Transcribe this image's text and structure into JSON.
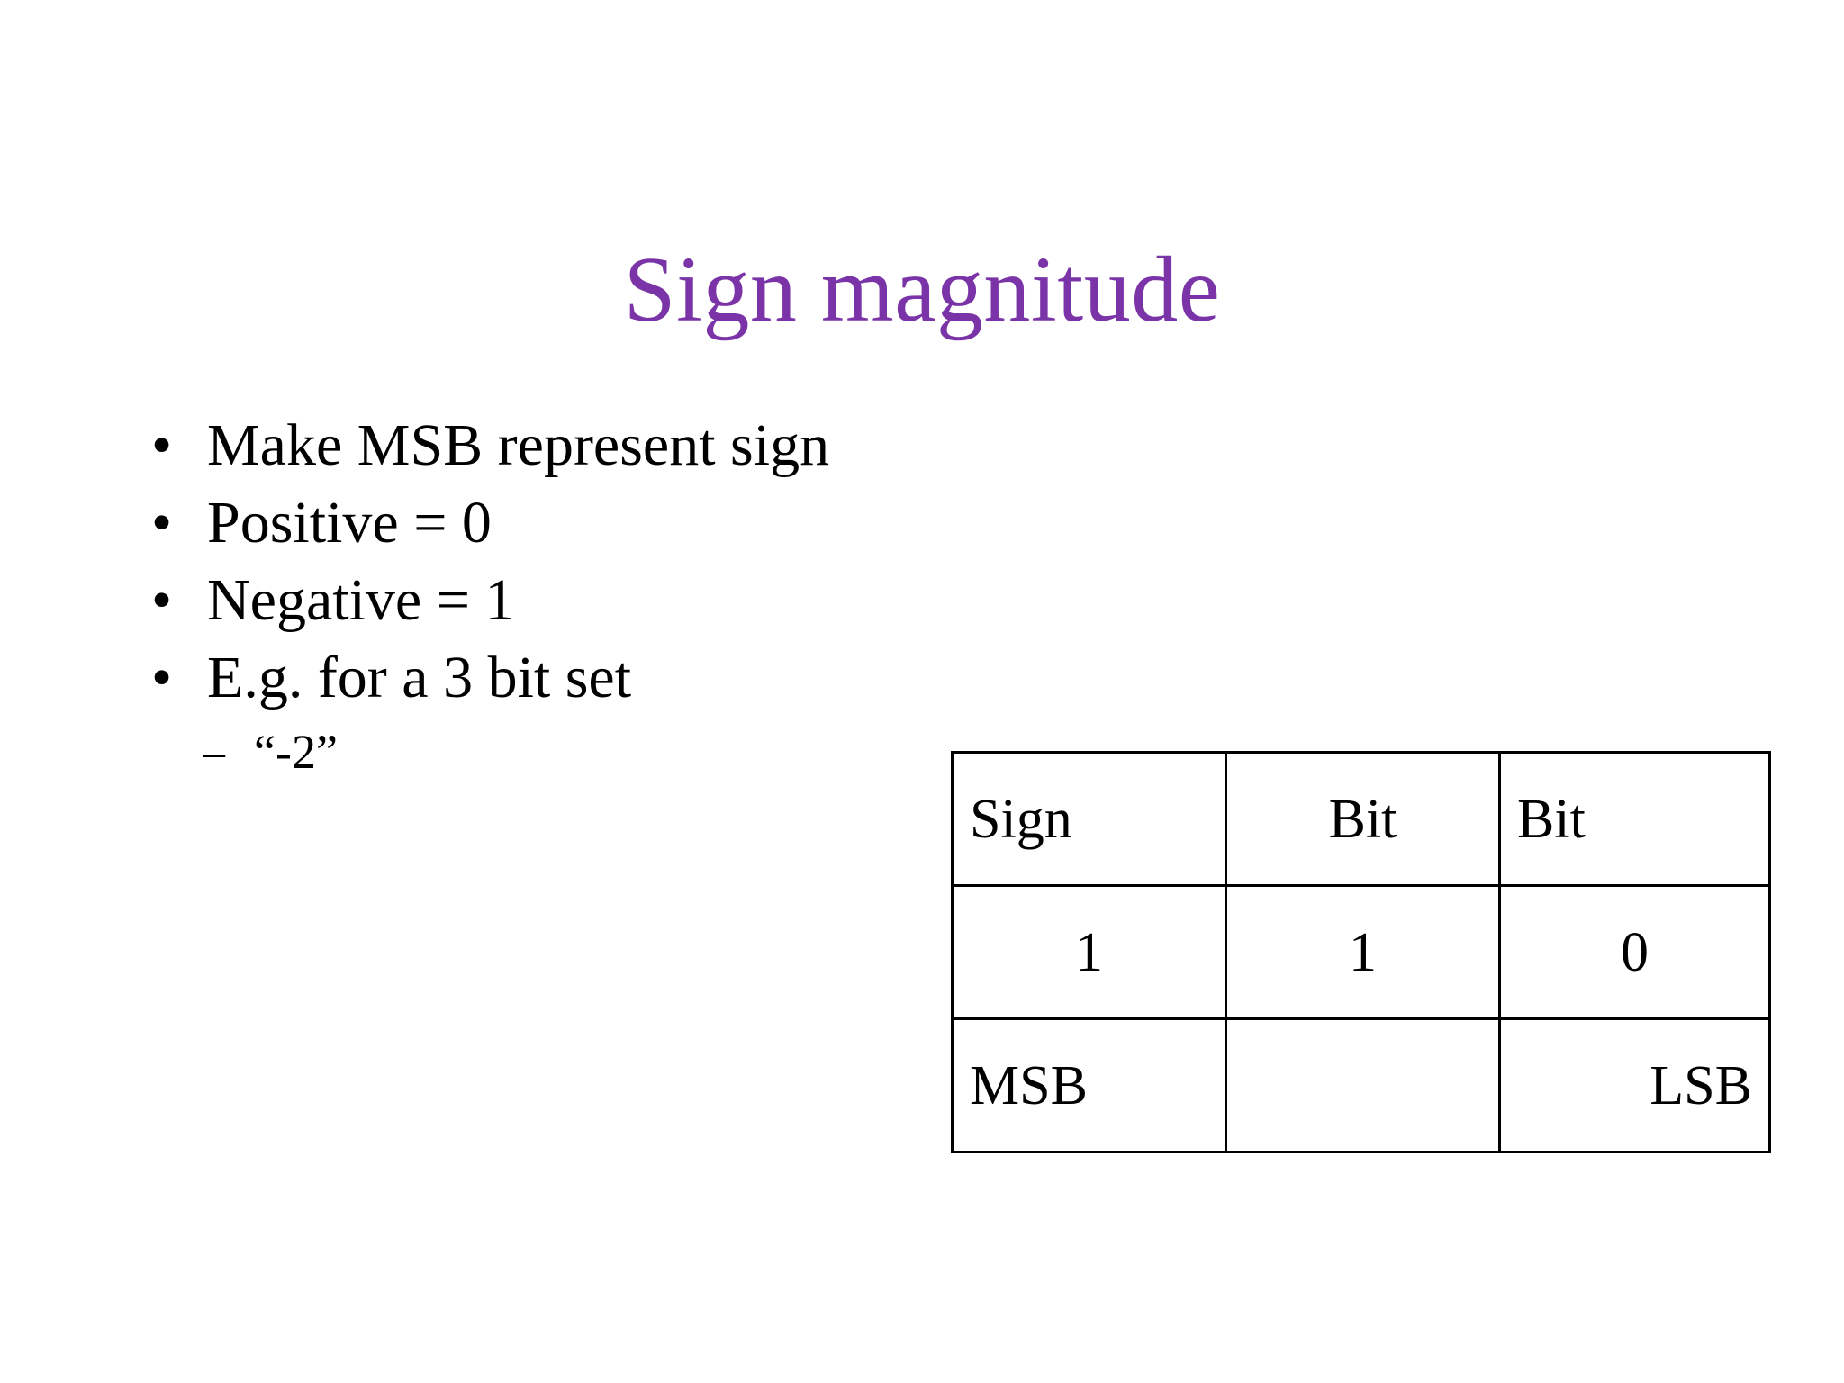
{
  "slide": {
    "title": "Sign magnitude",
    "title_color": "#7A34A8",
    "background_color": "#FFFFFF",
    "text_color": "#000000"
  },
  "bullets": [
    {
      "marker": "•",
      "text": "Make MSB represent sign",
      "level": 1
    },
    {
      "marker": "•",
      "text": "Positive = 0",
      "level": 1
    },
    {
      "marker": "•",
      "text": "Negative = 1",
      "level": 1
    },
    {
      "marker": "•",
      "text": "E.g. for a 3 bit set",
      "level": 1
    },
    {
      "marker": "–",
      "text": "“-2”",
      "level": 2
    }
  ],
  "table": {
    "highlight_color": "#FF0000",
    "rows": [
      {
        "cells": [
          {
            "text": "Sign",
            "align": "left",
            "color": "#000000"
          },
          {
            "text": "Bit",
            "align": "center",
            "color": "#000000"
          },
          {
            "text": "Bit",
            "align": "left",
            "color": "#000000"
          }
        ]
      },
      {
        "cells": [
          {
            "text": "1",
            "align": "center",
            "color": "#FF0000"
          },
          {
            "text": "1",
            "align": "center",
            "color": "#000000"
          },
          {
            "text": "0",
            "align": "center",
            "color": "#000000"
          }
        ]
      },
      {
        "cells": [
          {
            "text": "MSB",
            "align": "left",
            "color": "#000000"
          },
          {
            "text": "",
            "align": "left",
            "color": "#000000"
          },
          {
            "text": "LSB",
            "align": "right",
            "color": "#000000"
          }
        ]
      }
    ]
  }
}
